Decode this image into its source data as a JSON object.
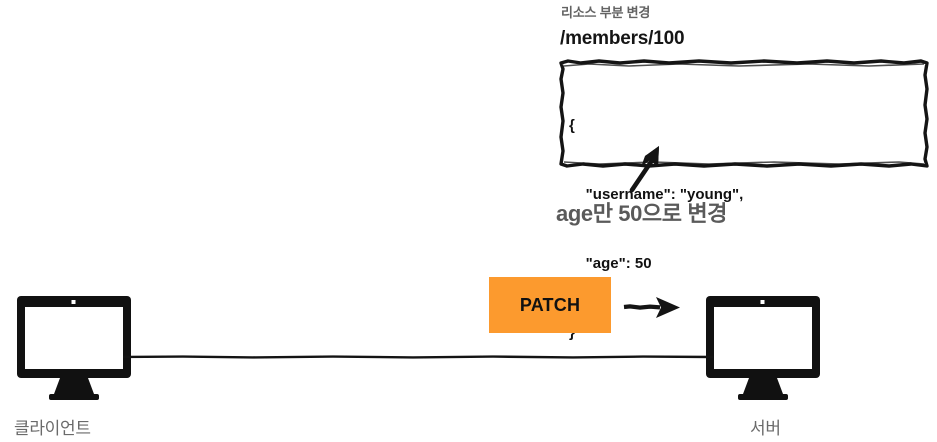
{
  "diagram": {
    "title": "리소스 부분 변경",
    "resource_path": "/members/100",
    "payload": {
      "lines": [
        "{",
        "    \"username\": \"young\",",
        "    \"age\": 50",
        "}"
      ]
    },
    "annotation": {
      "text": "age만 50으로 변경",
      "arrow_icon": "annotation-arrow-icon"
    },
    "request": {
      "method_label": "PATCH",
      "arrow_icon": "arrow-right-icon"
    },
    "nodes": [
      {
        "id": "client",
        "label": "클라이언트",
        "icon": "monitor-icon"
      },
      {
        "id": "server",
        "label": "서버",
        "icon": "monitor-icon"
      }
    ],
    "colors": {
      "accent_orange": "#FC9A2E",
      "ink": "#111111",
      "label_gray": "#6a6a6a",
      "annotation_gray": "#5a5a5a",
      "title_gray": "#636363"
    }
  }
}
